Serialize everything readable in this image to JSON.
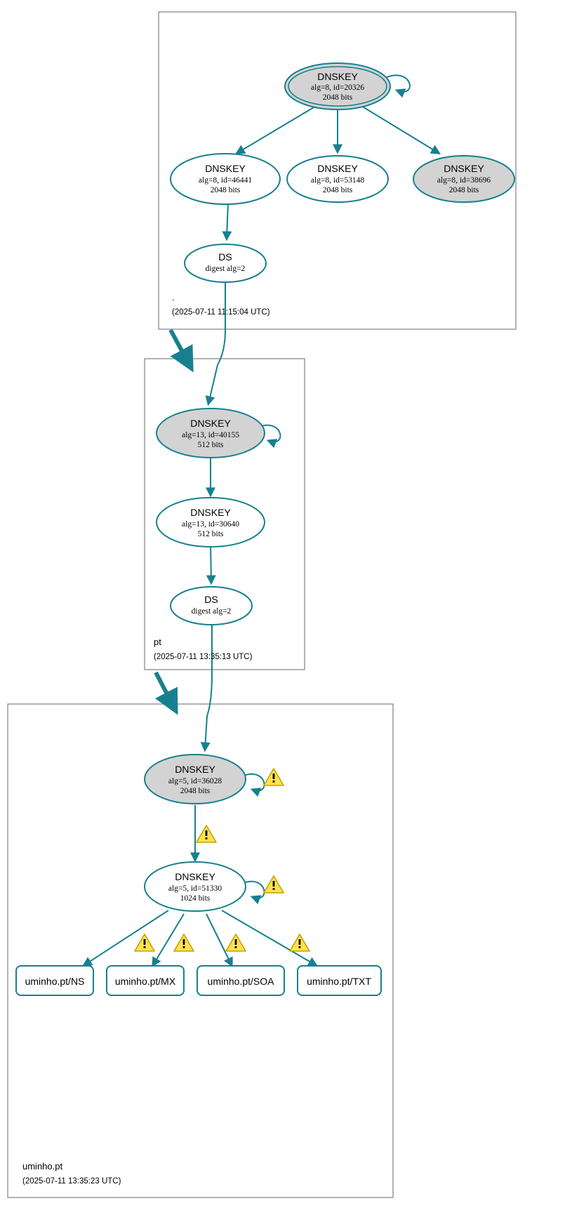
{
  "diagram": {
    "type": "dnssec-authentication-chain",
    "colors": {
      "edge": "#17808f",
      "node_stroke": "#17808f",
      "secure_fill": "#d3d3d3",
      "plain_fill": "#ffffff",
      "zone_border": "#808080",
      "warning_fill": "#ffe34d",
      "warning_stroke": "#c8a000",
      "text": "#000000"
    }
  },
  "zones": [
    {
      "id": "root",
      "name": ".",
      "timestamp": "(2025-07-11 11:15:04 UTC)",
      "nodes": [
        {
          "id": "root-ksk-20326",
          "kind": "DNSKEY",
          "title": "DNSKEY",
          "line2": "alg=8, id=20326",
          "line3": "2048 bits",
          "shaded": true,
          "double_border": true,
          "self_loop": true
        },
        {
          "id": "root-zsk-46441",
          "kind": "DNSKEY",
          "title": "DNSKEY",
          "line2": "alg=8, id=46441",
          "line3": "2048 bits",
          "shaded": false,
          "double_border": false,
          "self_loop": false
        },
        {
          "id": "root-zsk-53148",
          "kind": "DNSKEY",
          "title": "DNSKEY",
          "line2": "alg=8, id=53148",
          "line3": "2048 bits",
          "shaded": false,
          "double_border": false,
          "self_loop": false
        },
        {
          "id": "root-zsk-38696",
          "kind": "DNSKEY",
          "title": "DNSKEY",
          "line2": "alg=8, id=38696",
          "line3": "2048 bits",
          "shaded": true,
          "double_border": false,
          "self_loop": false
        },
        {
          "id": "root-ds",
          "kind": "DS",
          "title": "DS",
          "line2": "digest alg=2",
          "line3": "",
          "shaded": false,
          "double_border": false,
          "self_loop": false
        }
      ]
    },
    {
      "id": "pt",
      "name": "pt",
      "timestamp": "(2025-07-11 13:35:13 UTC)",
      "nodes": [
        {
          "id": "pt-ksk-40155",
          "kind": "DNSKEY",
          "title": "DNSKEY",
          "line2": "alg=13, id=40155",
          "line3": "512 bits",
          "shaded": true,
          "double_border": false,
          "self_loop": true
        },
        {
          "id": "pt-zsk-30640",
          "kind": "DNSKEY",
          "title": "DNSKEY",
          "line2": "alg=13, id=30640",
          "line3": "512 bits",
          "shaded": false,
          "double_border": false,
          "self_loop": false
        },
        {
          "id": "pt-ds",
          "kind": "DS",
          "title": "DS",
          "line2": "digest alg=2",
          "line3": "",
          "shaded": false,
          "double_border": false,
          "self_loop": false
        }
      ]
    },
    {
      "id": "uminho",
      "name": "uminho.pt",
      "timestamp": "(2025-07-11 13:35:23 UTC)",
      "nodes": [
        {
          "id": "um-ksk-36028",
          "kind": "DNSKEY",
          "title": "DNSKEY",
          "line2": "alg=5, id=36028",
          "line3": "2048 bits",
          "shaded": true,
          "double_border": false,
          "self_loop": true
        },
        {
          "id": "um-zsk-51330",
          "kind": "DNSKEY",
          "title": "DNSKEY",
          "line2": "alg=5, id=51330",
          "line3": "1024 bits",
          "shaded": false,
          "double_border": false,
          "self_loop": true
        }
      ],
      "records": [
        {
          "id": "rr-ns",
          "label": "uminho.pt/NS"
        },
        {
          "id": "rr-mx",
          "label": "uminho.pt/MX"
        },
        {
          "id": "rr-soa",
          "label": "uminho.pt/SOA"
        },
        {
          "id": "rr-txt",
          "label": "uminho.pt/TXT"
        }
      ]
    }
  ],
  "warnings": [
    {
      "id": "warn-ksk-selfsign",
      "attached_to": "um-ksk-36028"
    },
    {
      "id": "warn-ksk-to-zsk",
      "attached_to": "um-ksk-36028"
    },
    {
      "id": "warn-zsk-selfsign",
      "attached_to": "um-zsk-51330"
    },
    {
      "id": "warn-rr-ns",
      "attached_to": "rr-ns"
    },
    {
      "id": "warn-rr-mx",
      "attached_to": "rr-mx"
    },
    {
      "id": "warn-rr-soa",
      "attached_to": "rr-soa"
    },
    {
      "id": "warn-rr-txt",
      "attached_to": "rr-txt"
    }
  ]
}
